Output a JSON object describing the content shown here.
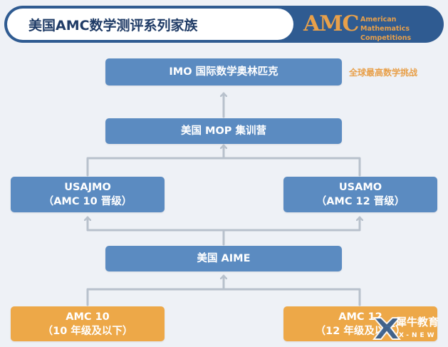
{
  "header": {
    "title": "美国AMC数学测评系列家族",
    "logo_text": "AMC",
    "logo_subtitle_1": "American Mathematics",
    "logo_subtitle_2": "Competitions"
  },
  "nodes": {
    "imo": {
      "label": "IMO 国际数学奥林匹克"
    },
    "imo_note": "全球最高数学挑战",
    "mop": {
      "label": "美国 MOP 集训营"
    },
    "usajmo": {
      "label": "USAJMO",
      "sub": "（AMC 10 晋级）"
    },
    "usamo": {
      "label": "USAMO",
      "sub": "（AMC 12 晋级）"
    },
    "aime": {
      "label": "美国 AIME"
    },
    "amc10": {
      "label": "AMC 10",
      "sub": "（10 年级及以下）"
    },
    "amc12": {
      "label": "AMC 12",
      "sub": "（12 年级及以下）"
    }
  },
  "watermark": {
    "text": "犀牛教育",
    "sub": "X-NEW"
  },
  "colors": {
    "header_bg": "#2f5b91",
    "blue_box": "#5b8bc1",
    "orange_box": "#eda848",
    "accent": "#e8a04a",
    "connector": "#b8c1cc"
  }
}
